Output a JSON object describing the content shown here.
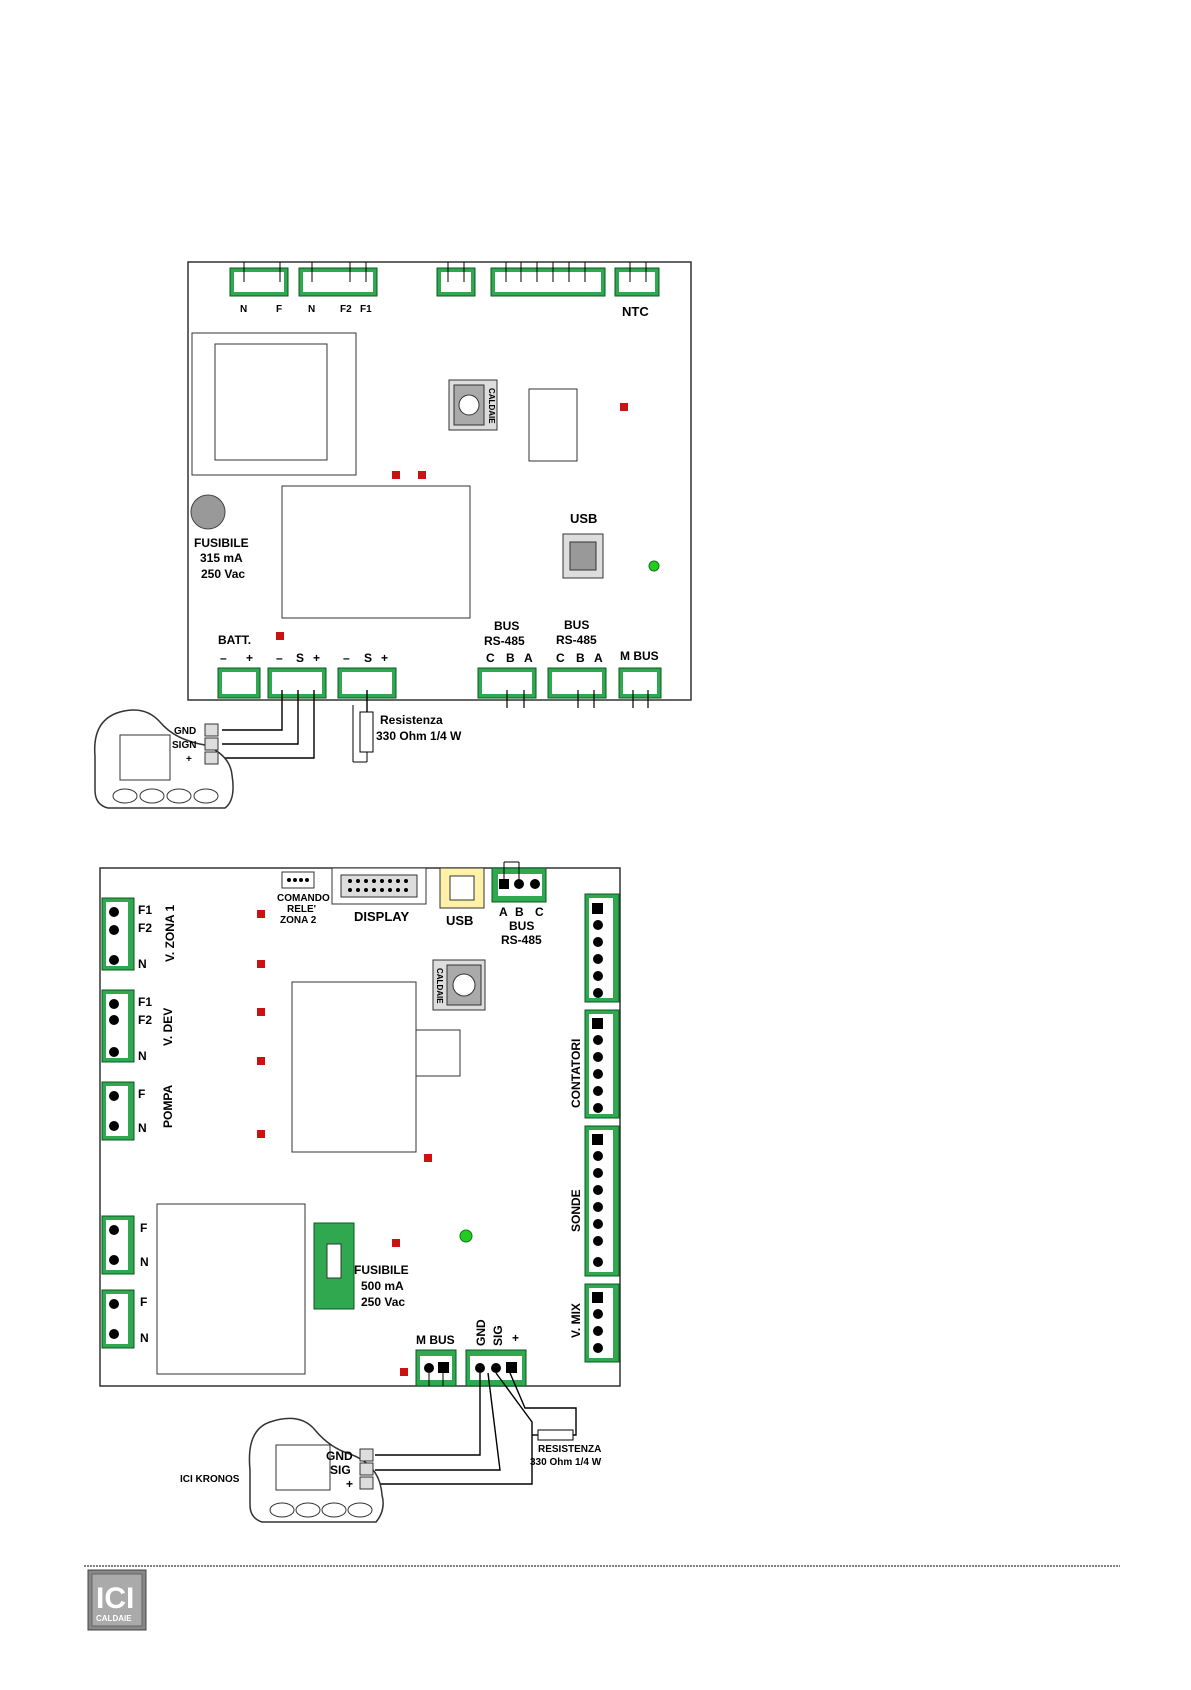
{
  "board1": {
    "top_conn1": [
      "N",
      "F"
    ],
    "top_conn2": [
      "N",
      "F2",
      "F1"
    ],
    "ntc": "NTC",
    "caldaie": "CALDAIE",
    "usb": "USB",
    "fuse": [
      "FUSIBILE",
      "315 mA",
      "250 Vac"
    ],
    "batt": "BATT.",
    "batt_pol": [
      "–",
      "+"
    ],
    "sig_pol": [
      "–",
      "S",
      "+"
    ],
    "sig2_pol": [
      "–",
      "S",
      "+"
    ],
    "bus1": [
      "BUS",
      "RS-485"
    ],
    "bus1_pins": [
      "C",
      "B",
      "A"
    ],
    "bus2": [
      "BUS",
      "RS-485"
    ],
    "bus2_pins": [
      "C",
      "B",
      "A"
    ],
    "mbus": "M BUS",
    "resistor": [
      "Resistenza",
      "330 Ohm 1/4 W"
    ],
    "remote_pins": [
      "GND",
      "SIGN",
      "+"
    ]
  },
  "board2": {
    "comando": [
      "COMANDO",
      "RELE'",
      "ZONA 2"
    ],
    "display": "DISPLAY",
    "usb": "USB",
    "bus_pins": [
      "A",
      "B",
      "C"
    ],
    "bus": [
      "BUS",
      "RS-485"
    ],
    "caldaie": "CALDAIE",
    "vzona1_pins": [
      "F1",
      "F2",
      "N"
    ],
    "vzona1": "V. ZONA 1",
    "vdev_pins": [
      "F1",
      "F2",
      "N"
    ],
    "vdev": "V. DEV",
    "pompa_pins": [
      "F",
      "N"
    ],
    "pompa": "POMPA",
    "c4_pins": [
      "F",
      "N"
    ],
    "c5_pins": [
      "F",
      "N"
    ],
    "contatori": "CONTATORI",
    "sonde": "SONDE",
    "vmix": "V. MIX",
    "fuse": [
      "FUSIBILE",
      "500 mA",
      "250 Vac"
    ],
    "mbus": "M BUS",
    "sig_pins": [
      "GND",
      "SIG",
      "+"
    ],
    "remote_pins": [
      "GND",
      "SIG",
      "+"
    ],
    "remote_name": "ICI KRONOS",
    "resistor": [
      "RESISTENZA",
      "330 Ohm 1/4 W"
    ]
  },
  "footer": {
    "logo": "ICI",
    "logo_sub": "CALDAIE"
  },
  "colors": {
    "terminal": "#2fa84f",
    "led_red": "#cc1111",
    "led_green": "#22cc22",
    "usb_yellow": "#fff2a8"
  }
}
